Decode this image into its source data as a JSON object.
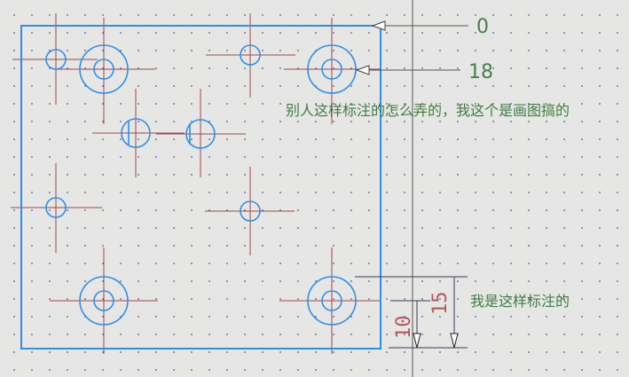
{
  "colors": {
    "plate": "#2f8fe8",
    "hole": "#2f8fe8",
    "centerline": "#a2474d",
    "annotation_line": "#555555",
    "ordinate_text": "#47814a",
    "note_text": "#3f7d44",
    "dim_text": "#b45a60",
    "dim_line": "#3a3a5a",
    "dim_arrow": "#222222"
  },
  "ordinate_labels": {
    "top": "0",
    "hole": "18"
  },
  "notes": {
    "question": "别人这样标注的怎么弄的，我这个是画图搞的",
    "mine": "我是这样标注的"
  },
  "dimensions": {
    "inner": "10",
    "outer": "15"
  }
}
